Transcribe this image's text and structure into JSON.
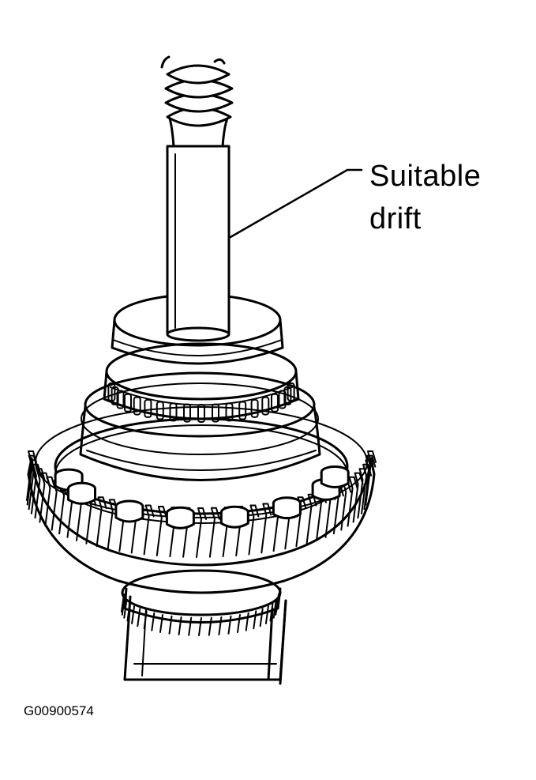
{
  "callout": {
    "line1": "Suitable",
    "line2": "drift"
  },
  "figure_code": "G00900574",
  "colors": {
    "ink": "#000000",
    "paper": "#ffffff"
  }
}
